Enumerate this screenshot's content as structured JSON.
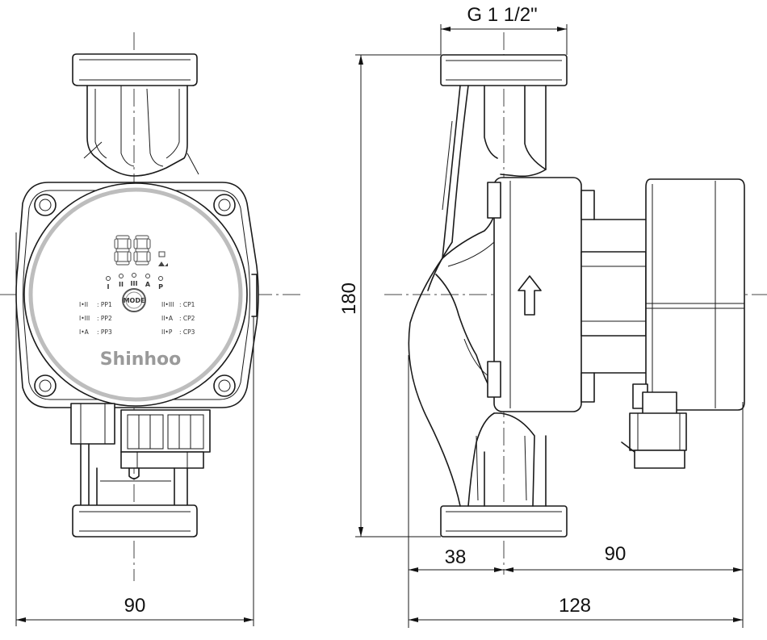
{
  "dimensions": {
    "front_width": "90",
    "thread": "G 1 1/2\"",
    "height": "180",
    "inlet_offset": "38",
    "motor_length": "90",
    "total_length": "128"
  },
  "faceplate": {
    "brand": "Shinhoo",
    "mode_button": "MODE",
    "display": "88",
    "leds": [
      "I",
      "II",
      "III",
      "A",
      "P"
    ],
    "modes_left": [
      {
        "key": "I•II",
        "value": ": PP1"
      },
      {
        "key": "I•III",
        "value": ": PP2"
      },
      {
        "key": "I•A",
        "value": ": PP3"
      }
    ],
    "modes_right": [
      {
        "key": "II•III",
        "value": ": CP1"
      },
      {
        "key": "II•A",
        "value": ": CP2"
      },
      {
        "key": "II•P",
        "value": ": CP3"
      }
    ]
  }
}
